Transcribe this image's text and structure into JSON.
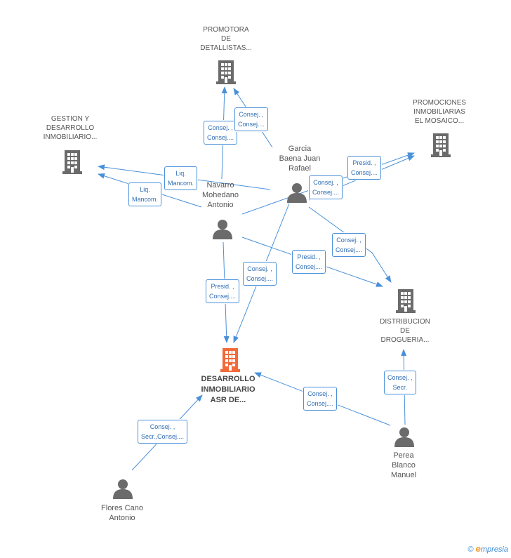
{
  "colors": {
    "edge": "#4a90d9",
    "icon": "#6b6b6b",
    "main_icon": "#f26a3a"
  },
  "companies": [
    {
      "id": "promotora",
      "label": "PROMOTORA\nDE\nDETALLISTAS...",
      "icon": "building-icon",
      "main": false
    },
    {
      "id": "gestion",
      "label": "GESTION Y\nDESARROLLO\nINMOBILIARIO...",
      "icon": "building-icon",
      "main": false
    },
    {
      "id": "promociones",
      "label": "PROMOCIONES\nINMOBILIARIAS\nEL MOSAICO...",
      "icon": "building-icon",
      "main": false
    },
    {
      "id": "distribucion",
      "label": "DISTRIBUCION\nDE\nDROGUERIA...",
      "icon": "building-icon",
      "main": false
    },
    {
      "id": "desarrollo",
      "label": "DESARROLLO\nINMOBILIARIO\nASR DE...",
      "icon": "building-icon",
      "main": true
    }
  ],
  "persons": [
    {
      "id": "garcia",
      "label": "Garcia\nBaena Juan\nRafael",
      "icon": "person-icon"
    },
    {
      "id": "navarro",
      "label": "Navarro\nMohedano\nAntonio",
      "icon": "person-icon"
    },
    {
      "id": "perea",
      "label": "Perea\nBlanco\nManuel",
      "icon": "person-icon"
    },
    {
      "id": "flores",
      "label": "Flores Cano\nAntonio",
      "icon": "person-icon"
    }
  ],
  "edges": [
    {
      "id": "navarro-promotora",
      "label": "Consej. ,\nConsej...."
    },
    {
      "id": "garcia-promotora",
      "label": "Consej. ,\nConsej...."
    },
    {
      "id": "garcia-gestion",
      "label": "Liq.\nMancom."
    },
    {
      "id": "navarro-gestion",
      "label": "Liq.\nMancom."
    },
    {
      "id": "garcia-promociones",
      "label": "Presid. ,\nConsej...."
    },
    {
      "id": "navarro-promociones",
      "label": "Consej. ,\nConsej...."
    },
    {
      "id": "garcia-distribucion",
      "label": "Consej. ,\nConsej...."
    },
    {
      "id": "navarro-distribucion",
      "label": "Presid. ,\nConsej...."
    },
    {
      "id": "navarro-desarrollo",
      "label": "Presid. ,\nConsej...."
    },
    {
      "id": "garcia-desarrollo",
      "label": "Consej. ,\nConsej...."
    },
    {
      "id": "perea-distribucion",
      "label": "Consej. ,\nSecr."
    },
    {
      "id": "perea-desarrollo",
      "label": "Consej. ,\nConsej...."
    },
    {
      "id": "flores-desarrollo",
      "label": "Consej. ,\nSecr.,Consej...."
    }
  ],
  "brand": {
    "copyright": "©",
    "e": "e",
    "rest": "mpresia"
  }
}
